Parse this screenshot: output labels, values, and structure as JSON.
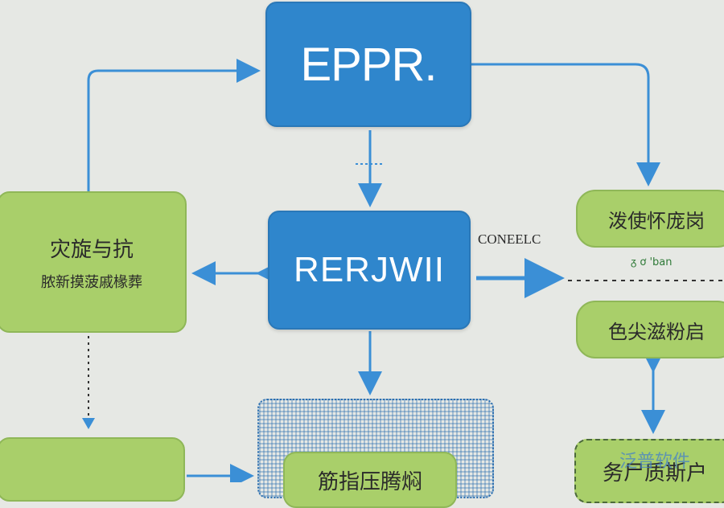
{
  "nodes": {
    "eppr": "EPPR.",
    "erp": "RERJWII",
    "left_title": "灾旋与抗",
    "left_subtitle": "脓新摸菠戚椽葬",
    "right_top": "泼使怀庞岗",
    "right_middle": "色尖滋粉启",
    "bottom_center": "筋指压腾焖",
    "bottom_right": "务尸质斯户"
  },
  "labels": {
    "connect": "CONEELC",
    "small_note": "ᵹ ơ 'ban",
    "watermark": "泛普软件"
  },
  "colors": {
    "blue_node": "#2f86cc",
    "green_node": "#a9cf6a",
    "arrow": "#3b8fd6",
    "background": "#e6e8e4"
  }
}
